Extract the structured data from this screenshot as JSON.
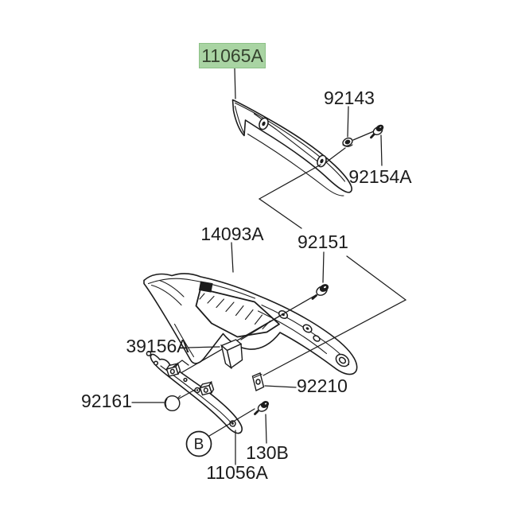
{
  "diagram": {
    "type": "parts-exploded-diagram",
    "background": "#ffffff",
    "line_color": "#1c1c1c",
    "highlight": {
      "fill": "#a9d4a3",
      "border": "#8cc186",
      "text_color": "#36432f",
      "highlighted_part": "11065A"
    },
    "labels": {
      "part_11065A": "11065A",
      "part_92143": "92143",
      "part_92154A": "92154A",
      "part_14093A": "14093A",
      "part_92151": "92151",
      "part_39156A": "39156A",
      "part_92161": "92161",
      "part_92210": "92210",
      "part_130B": "130B",
      "part_11056A": "11056A",
      "ref_B": "B"
    }
  }
}
